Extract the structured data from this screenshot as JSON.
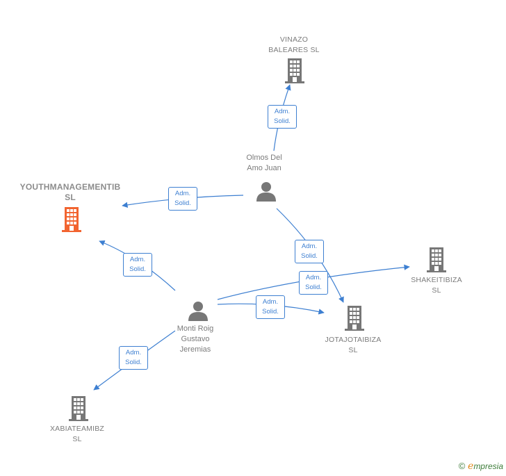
{
  "diagram": {
    "edge_label": [
      "Adm.",
      "Solid."
    ],
    "nodes": [
      {
        "id": "vinazo",
        "type": "company",
        "lines": [
          "VINAZO",
          "BALEARES  SL"
        ],
        "color": "#777777"
      },
      {
        "id": "olmos",
        "type": "person",
        "lines": [
          "Olmos Del",
          "Amo Juan"
        ],
        "color": "#777777"
      },
      {
        "id": "youth",
        "type": "company",
        "lines": [
          "YOUTHMANAGEMENTIB",
          "SL"
        ],
        "color": "#f26430",
        "focal": true
      },
      {
        "id": "shake",
        "type": "company",
        "lines": [
          "SHAKEITIBIZA",
          "SL"
        ],
        "color": "#777777"
      },
      {
        "id": "monti",
        "type": "person",
        "lines": [
          "Monti Roig",
          "Gustavo",
          "Jeremias"
        ],
        "color": "#777777"
      },
      {
        "id": "jota",
        "type": "company",
        "lines": [
          "JOTAJOTAIBIZA",
          "SL"
        ],
        "color": "#777777"
      },
      {
        "id": "xabia",
        "type": "company",
        "lines": [
          "XABIATEAMIBZ",
          "SL"
        ],
        "color": "#777777"
      }
    ],
    "edges": [
      {
        "from": "olmos",
        "to": "vinazo"
      },
      {
        "from": "olmos",
        "to": "youth"
      },
      {
        "from": "olmos",
        "to": "jota"
      },
      {
        "from": "monti",
        "to": "youth"
      },
      {
        "from": "monti",
        "to": "shake"
      },
      {
        "from": "monti",
        "to": "jota"
      },
      {
        "from": "monti",
        "to": "xabia"
      }
    ],
    "edge_color": "#3d7fd1"
  },
  "footer": {
    "copyright": "©",
    "brand_initial": "e",
    "brand_rest": "mpresia"
  }
}
